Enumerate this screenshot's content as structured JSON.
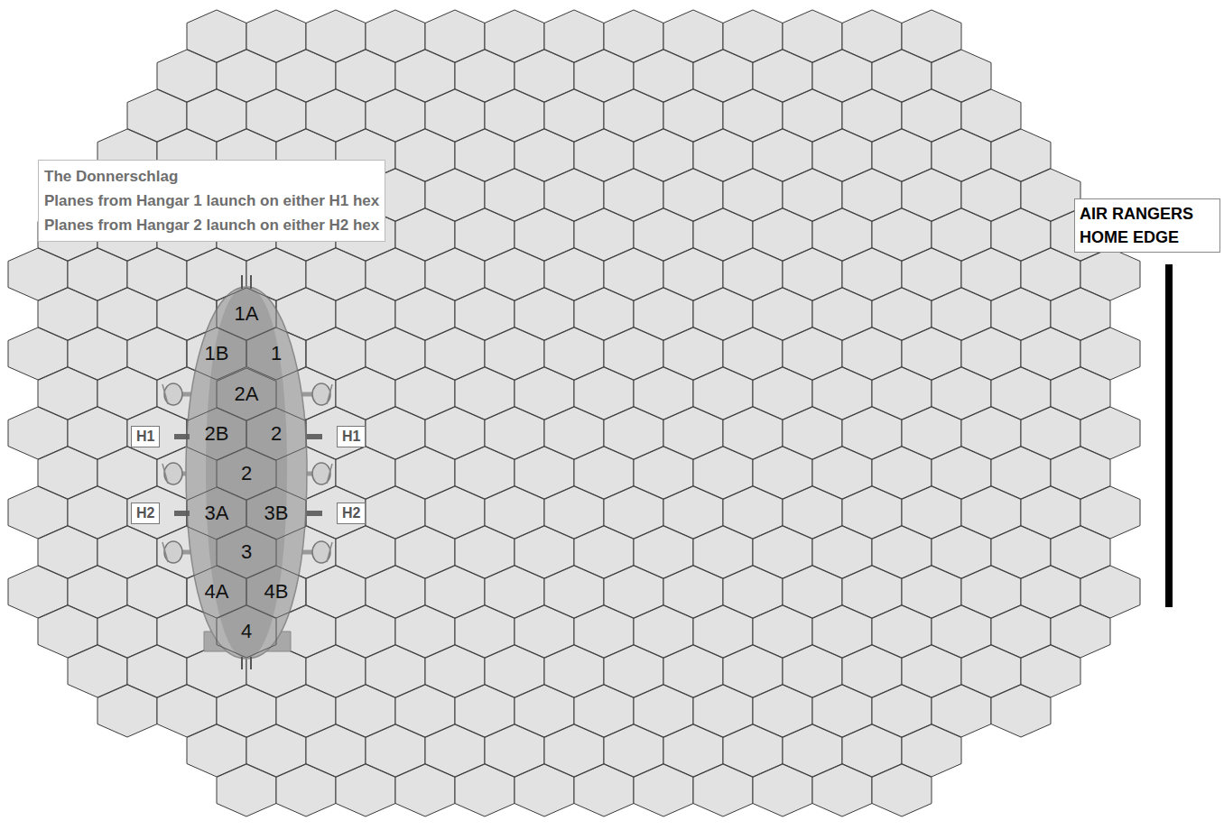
{
  "diagram": {
    "nodes": [
      {
        "text": [
          "The Donnerschlag",
          "Planes from Hangar 1 launch on either H1 hex",
          "Planes from Hangar 2 launch on either H2 hex"
        ]
      },
      {
        "text": [
          "AIR RANGERS HOME EDGE"
        ]
      },
      {
        "text": [
          "H1"
        ]
      },
      {
        "text": [
          "H1"
        ]
      },
      {
        "text": [
          "H2"
        ]
      },
      {
        "text": [
          "H2"
        ]
      }
    ],
    "labels": [
      "1A",
      "1B",
      "1",
      "2A",
      "2B",
      "2",
      "2",
      "3A",
      "3B",
      "3",
      "4A",
      "4B",
      "4"
    ]
  }
}
